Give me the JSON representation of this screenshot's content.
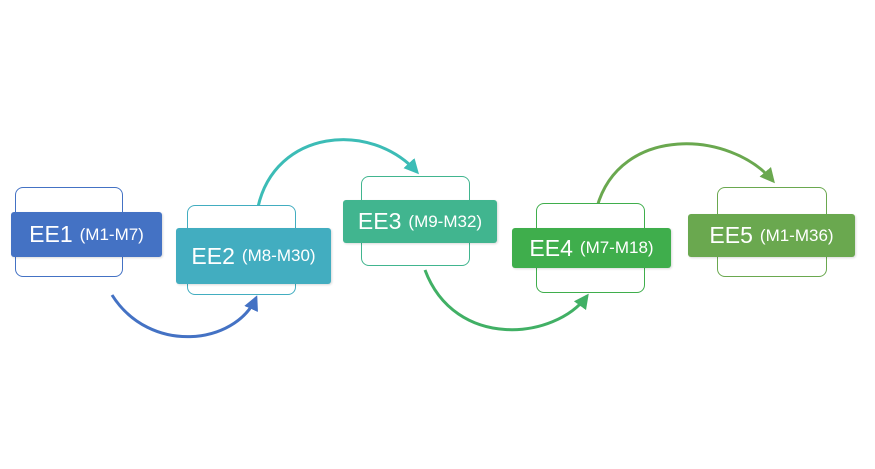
{
  "stages": [
    {
      "code": "EE1",
      "range": "(M1-M7)",
      "color": "#4472c4"
    },
    {
      "code": "EE2",
      "range": "(M8-M30)",
      "color": "#42adc0"
    },
    {
      "code": "EE3",
      "range": "(M9-M32)",
      "color": "#41b58f"
    },
    {
      "code": "EE4",
      "range": "(M7-M18)",
      "color": "#3fae4c"
    },
    {
      "code": "EE5",
      "range": "(M1-M36)",
      "color": "#6aa84f"
    }
  ],
  "connectors": [
    {
      "from": "EE1",
      "to": "EE2",
      "color": "#4472c4"
    },
    {
      "from": "EE2",
      "to": "EE3",
      "color": "#3cbcb6"
    },
    {
      "from": "EE3",
      "to": "EE4",
      "color": "#41b065"
    },
    {
      "from": "EE4",
      "to": "EE5",
      "color": "#6aa84f"
    }
  ]
}
